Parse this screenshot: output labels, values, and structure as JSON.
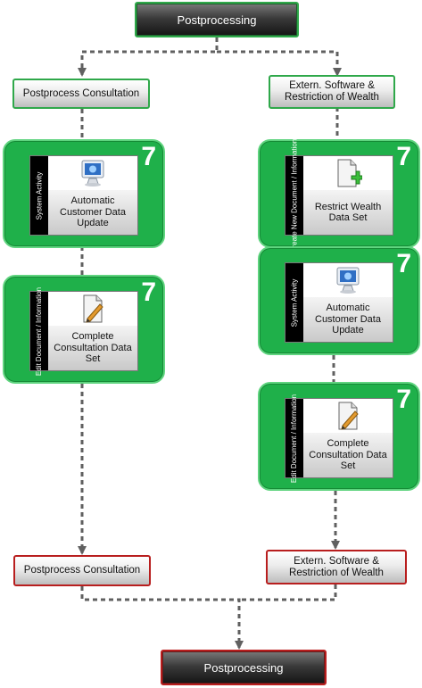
{
  "start_event": {
    "label": "Postprocessing"
  },
  "end_event": {
    "label": "Postprocessing"
  },
  "left_branch": {
    "start_label": "Postprocess Consultation",
    "end_label": "Postprocess Consultation",
    "activities": [
      {
        "type": "System Activity",
        "label": "Automatic Customer Data Update",
        "count": "7",
        "icon": "computer-icon"
      },
      {
        "type": "Edit Document / Information",
        "label": "Complete Consultation Data Set",
        "count": "7",
        "icon": "edit-document-icon"
      }
    ]
  },
  "right_branch": {
    "start_label": "Extern. Software & Restriction of Wealth",
    "end_label": "Extern. Software & Restriction of Wealth",
    "activities": [
      {
        "type": "Create New Document / Information",
        "label": "Restrict Wealth Data Set",
        "count": "7",
        "icon": "new-document-icon"
      },
      {
        "type": "System Activity",
        "label": "Automatic Customer Data Update",
        "count": "7",
        "icon": "computer-icon"
      },
      {
        "type": "Edit Document / Information",
        "label": "Complete Consultation Data Set",
        "count": "7",
        "icon": "edit-document-icon"
      }
    ]
  },
  "colors": {
    "activity_fill": "#1fb04a",
    "start_border": "#2fa84a",
    "end_border": "#b81e1e",
    "connector": "#606060"
  }
}
